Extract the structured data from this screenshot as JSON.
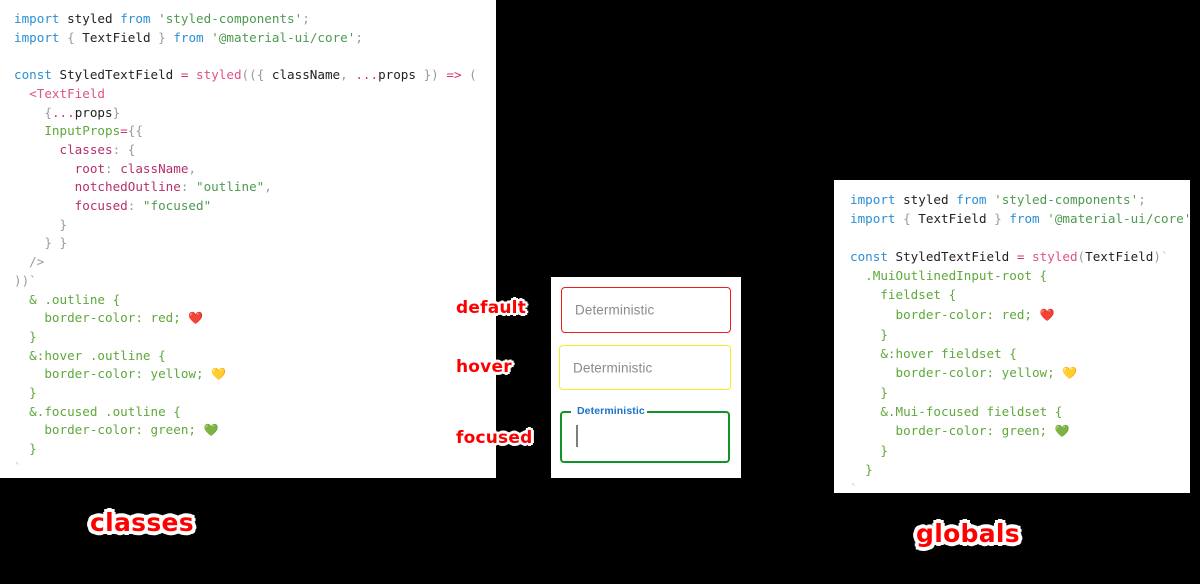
{
  "background_color": "#000000",
  "accent_color": "#ff0000",
  "panels": {
    "classes_code": {
      "caption": "classes",
      "lines": [
        [
          {
            "t": "import",
            "c": "kw"
          },
          {
            "t": " ",
            "c": "id"
          },
          {
            "t": "styled",
            "c": "id"
          },
          {
            "t": " ",
            "c": "id"
          },
          {
            "t": "from",
            "c": "kw"
          },
          {
            "t": " ",
            "c": "id"
          },
          {
            "t": "'styled-components'",
            "c": "str"
          },
          {
            "t": ";",
            "c": "punc"
          }
        ],
        [
          {
            "t": "import",
            "c": "kw"
          },
          {
            "t": " ",
            "c": "id"
          },
          {
            "t": "{",
            "c": "punc"
          },
          {
            "t": " ",
            "c": "id"
          },
          {
            "t": "TextField",
            "c": "id"
          },
          {
            "t": " ",
            "c": "id"
          },
          {
            "t": "}",
            "c": "punc"
          },
          {
            "t": " ",
            "c": "id"
          },
          {
            "t": "from",
            "c": "kw"
          },
          {
            "t": " ",
            "c": "id"
          },
          {
            "t": "'@material-ui/core'",
            "c": "str"
          },
          {
            "t": ";",
            "c": "punc"
          }
        ],
        [],
        [
          {
            "t": "const",
            "c": "kw"
          },
          {
            "t": " ",
            "c": "id"
          },
          {
            "t": "StyledTextField",
            "c": "id"
          },
          {
            "t": " ",
            "c": "id"
          },
          {
            "t": "=",
            "c": "op"
          },
          {
            "t": " ",
            "c": "id"
          },
          {
            "t": "styled",
            "c": "fn"
          },
          {
            "t": "((",
            "c": "punc"
          },
          {
            "t": "{",
            "c": "punc"
          },
          {
            "t": " ",
            "c": "id"
          },
          {
            "t": "className",
            "c": "id"
          },
          {
            "t": ", ",
            "c": "punc"
          },
          {
            "t": "...",
            "c": "op"
          },
          {
            "t": "props",
            "c": "id"
          },
          {
            "t": " ",
            "c": "id"
          },
          {
            "t": "}",
            "c": "punc"
          },
          {
            "t": ")",
            "c": "punc"
          },
          {
            "t": " ",
            "c": "id"
          },
          {
            "t": "=>",
            "c": "op"
          },
          {
            "t": " ",
            "c": "id"
          },
          {
            "t": "(",
            "c": "punc"
          }
        ],
        [
          {
            "t": "  ",
            "c": "id"
          },
          {
            "t": "<TextField",
            "c": "tag"
          }
        ],
        [
          {
            "t": "    ",
            "c": "id"
          },
          {
            "t": "{",
            "c": "punc"
          },
          {
            "t": "...",
            "c": "op"
          },
          {
            "t": "props",
            "c": "id"
          },
          {
            "t": "}",
            "c": "punc"
          }
        ],
        [
          {
            "t": "    ",
            "c": "id"
          },
          {
            "t": "InputProps",
            "c": "green"
          },
          {
            "t": "=",
            "c": "op"
          },
          {
            "t": "{{",
            "c": "punc"
          }
        ],
        [
          {
            "t": "      ",
            "c": "id"
          },
          {
            "t": "classes",
            "c": "prop"
          },
          {
            "t": ": ",
            "c": "punc"
          },
          {
            "t": "{",
            "c": "punc"
          }
        ],
        [
          {
            "t": "        ",
            "c": "id"
          },
          {
            "t": "root",
            "c": "prop"
          },
          {
            "t": ": ",
            "c": "punc"
          },
          {
            "t": "className",
            "c": "prop"
          },
          {
            "t": ",",
            "c": "punc"
          }
        ],
        [
          {
            "t": "        ",
            "c": "id"
          },
          {
            "t": "notchedOutline",
            "c": "prop"
          },
          {
            "t": ": ",
            "c": "punc"
          },
          {
            "t": "\"outline\"",
            "c": "str"
          },
          {
            "t": ",",
            "c": "punc"
          }
        ],
        [
          {
            "t": "        ",
            "c": "id"
          },
          {
            "t": "focused",
            "c": "prop"
          },
          {
            "t": ": ",
            "c": "punc"
          },
          {
            "t": "\"focused\"",
            "c": "str"
          }
        ],
        [
          {
            "t": "      ",
            "c": "id"
          },
          {
            "t": "}",
            "c": "punc"
          }
        ],
        [
          {
            "t": "    ",
            "c": "id"
          },
          {
            "t": "} }",
            "c": "punc"
          }
        ],
        [
          {
            "t": "  ",
            "c": "id"
          },
          {
            "t": "/>",
            "c": "punc"
          }
        ],
        [
          {
            "t": "))`",
            "c": "punc"
          }
        ],
        [
          {
            "t": "  ",
            "c": "id"
          },
          {
            "t": "& .outline {",
            "c": "green"
          }
        ],
        [
          {
            "t": "    ",
            "c": "id"
          },
          {
            "t": "border-color: red; ",
            "c": "green"
          },
          {
            "t": "❤️",
            "c": "emoji"
          }
        ],
        [
          {
            "t": "  ",
            "c": "id"
          },
          {
            "t": "}",
            "c": "green"
          }
        ],
        [
          {
            "t": "  ",
            "c": "id"
          },
          {
            "t": "&:hover .outline {",
            "c": "green"
          }
        ],
        [
          {
            "t": "    ",
            "c": "id"
          },
          {
            "t": "border-color: yellow; ",
            "c": "green"
          },
          {
            "t": "💛",
            "c": "emoji"
          }
        ],
        [
          {
            "t": "  ",
            "c": "id"
          },
          {
            "t": "}",
            "c": "green"
          }
        ],
        [
          {
            "t": "  ",
            "c": "id"
          },
          {
            "t": "&.focused .outline {",
            "c": "green"
          }
        ],
        [
          {
            "t": "    ",
            "c": "id"
          },
          {
            "t": "border-color: green; ",
            "c": "green"
          },
          {
            "t": "💚",
            "c": "emoji"
          }
        ],
        [
          {
            "t": "  ",
            "c": "id"
          },
          {
            "t": "}",
            "c": "green"
          }
        ],
        [
          {
            "t": "`",
            "c": "grey"
          }
        ],
        [
          {
            "t": " ;",
            "c": "grey"
          }
        ]
      ]
    },
    "globals_code": {
      "caption": "globals",
      "lines": [
        [
          {
            "t": "import",
            "c": "kw"
          },
          {
            "t": " ",
            "c": "id"
          },
          {
            "t": "styled",
            "c": "id"
          },
          {
            "t": " ",
            "c": "id"
          },
          {
            "t": "from",
            "c": "kw"
          },
          {
            "t": " ",
            "c": "id"
          },
          {
            "t": "'styled-components'",
            "c": "str"
          },
          {
            "t": ";",
            "c": "punc"
          }
        ],
        [
          {
            "t": "import",
            "c": "kw"
          },
          {
            "t": " ",
            "c": "id"
          },
          {
            "t": "{",
            "c": "punc"
          },
          {
            "t": " ",
            "c": "id"
          },
          {
            "t": "TextField",
            "c": "id"
          },
          {
            "t": " ",
            "c": "id"
          },
          {
            "t": "}",
            "c": "punc"
          },
          {
            "t": " ",
            "c": "id"
          },
          {
            "t": "from",
            "c": "kw"
          },
          {
            "t": " ",
            "c": "id"
          },
          {
            "t": "'@material-ui/core'",
            "c": "str"
          },
          {
            "t": ";",
            "c": "punc"
          }
        ],
        [],
        [
          {
            "t": "const",
            "c": "kw"
          },
          {
            "t": " ",
            "c": "id"
          },
          {
            "t": "StyledTextField",
            "c": "id"
          },
          {
            "t": " ",
            "c": "id"
          },
          {
            "t": "=",
            "c": "op"
          },
          {
            "t": " ",
            "c": "id"
          },
          {
            "t": "styled",
            "c": "fn"
          },
          {
            "t": "(",
            "c": "punc"
          },
          {
            "t": "TextField",
            "c": "id"
          },
          {
            "t": ")",
            "c": "punc"
          },
          {
            "t": "`",
            "c": "grey"
          }
        ],
        [
          {
            "t": "  ",
            "c": "id"
          },
          {
            "t": ".MuiOutlinedInput-root {",
            "c": "green"
          }
        ],
        [
          {
            "t": "    ",
            "c": "id"
          },
          {
            "t": "fieldset {",
            "c": "green"
          }
        ],
        [
          {
            "t": "      ",
            "c": "id"
          },
          {
            "t": "border-color: red; ",
            "c": "green"
          },
          {
            "t": "❤️",
            "c": "emoji"
          }
        ],
        [
          {
            "t": "    ",
            "c": "id"
          },
          {
            "t": "}",
            "c": "green"
          }
        ],
        [
          {
            "t": "    ",
            "c": "id"
          },
          {
            "t": "&:hover fieldset {",
            "c": "green"
          }
        ],
        [
          {
            "t": "      ",
            "c": "id"
          },
          {
            "t": "border-color: yellow; ",
            "c": "green"
          },
          {
            "t": "💛",
            "c": "emoji"
          }
        ],
        [
          {
            "t": "    ",
            "c": "id"
          },
          {
            "t": "}",
            "c": "green"
          }
        ],
        [
          {
            "t": "    ",
            "c": "id"
          },
          {
            "t": "&.Mui-focused fieldset {",
            "c": "green"
          }
        ],
        [
          {
            "t": "      ",
            "c": "id"
          },
          {
            "t": "border-color: green; ",
            "c": "green"
          },
          {
            "t": "💚",
            "c": "emoji"
          }
        ],
        [
          {
            "t": "    ",
            "c": "id"
          },
          {
            "t": "}",
            "c": "green"
          }
        ],
        [
          {
            "t": "  ",
            "c": "id"
          },
          {
            "t": "}",
            "c": "green"
          }
        ],
        [
          {
            "t": "`",
            "c": "grey"
          }
        ],
        [
          {
            "t": " ;",
            "c": "grey"
          }
        ]
      ]
    }
  },
  "demo": {
    "fields": {
      "default": {
        "annotation": "default",
        "value": "Deterministic",
        "border_color": "#f01b1b"
      },
      "hover": {
        "annotation": "hover",
        "value": "Deterministic",
        "border_color": "#f5ee24"
      },
      "focused": {
        "annotation": "focused",
        "label": "Deterministic",
        "value": "",
        "border_color": "#119425",
        "label_color": "#1a73c8"
      }
    }
  }
}
